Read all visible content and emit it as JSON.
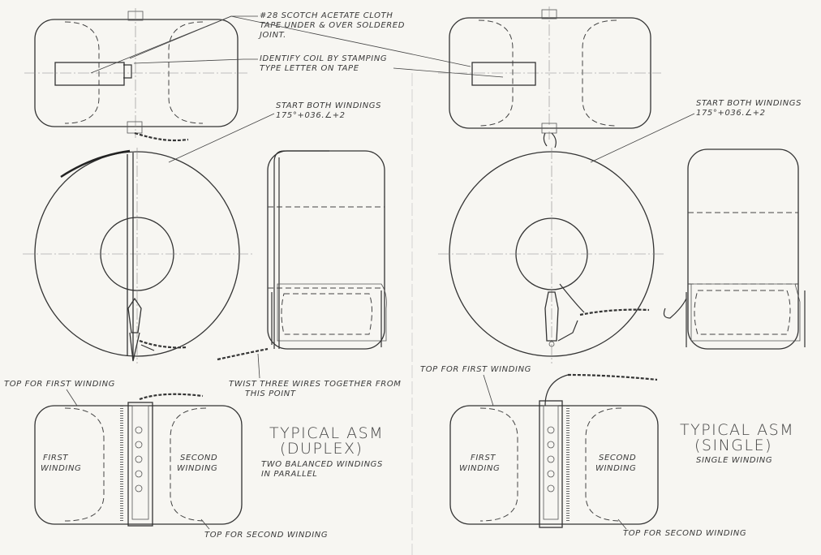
{
  "notes": {
    "tape_note": {
      "line1": "#28 SCOTCH ACETATE CLOTH",
      "line2": "TAPE UNDER & OVER SOLDERED",
      "line3": "JOINT."
    },
    "identify_note": {
      "line1": "IDENTIFY COIL BY STAMPING",
      "line2": "TYPE LETTER ON TAPE"
    },
    "start_left": {
      "line1": "START BOTH WINDINGS",
      "line2": "175°+036.∠+2"
    },
    "start_right": {
      "line1": "START BOTH WINDINGS",
      "line2": "175°+036.∠+2"
    },
    "twist_note": {
      "line1": "TWIST THREE WIRES TOGETHER FROM",
      "line2": "THIS POINT"
    }
  },
  "duplex": {
    "top_first": "TOP FOR FIRST WINDING",
    "top_second": "TOP FOR SECOND WINDING",
    "first_winding": {
      "line1": "FIRST",
      "line2": "WINDING"
    },
    "second_winding": {
      "line1": "SECOND",
      "line2": "WINDING"
    },
    "title1": "TYPICAL ASM",
    "title2": "(DUPLEX)",
    "desc1": "TWO BALANCED WINDINGS",
    "desc2": "IN PARALLEL"
  },
  "single": {
    "top_first": "TOP FOR FIRST WINDING",
    "top_second": "TOP FOR SECOND WINDING",
    "first_winding": {
      "line1": "FIRST",
      "line2": "WINDING"
    },
    "second_winding": {
      "line1": "SECOND",
      "line2": "WINDING"
    },
    "title1": "TYPICAL ASM",
    "title2": "(SINGLE)",
    "desc1": "SINGLE WINDING"
  }
}
